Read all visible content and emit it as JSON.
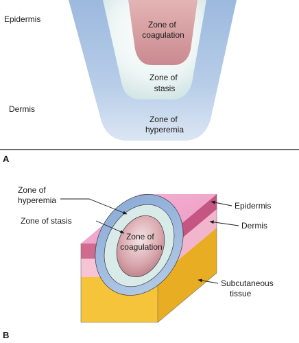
{
  "panel_a": {
    "letter": "A",
    "layers": {
      "top": "Epidermis",
      "bottom": "Dermis"
    },
    "zones": {
      "coagulation": [
        "Zone of",
        "coagulation"
      ],
      "stasis": [
        "Zone of",
        "stasis"
      ],
      "hyperemia": [
        "Zone of",
        "hyperemia"
      ]
    }
  },
  "panel_b": {
    "letter": "B",
    "labels": {
      "hyperemia": [
        "Zone of",
        "hyperemia"
      ],
      "stasis": "Zone of stasis",
      "coagulation": [
        "Zone of",
        "coagulation"
      ],
      "epidermis": "Epidermis",
      "dermis": "Dermis",
      "subcutaneous": [
        "Subcutaneous",
        "tissue"
      ]
    }
  },
  "colors": {
    "hyperemia": "#a9c4e2",
    "stasis": "#dcecea",
    "coagulation": "#d29a9f",
    "skin_surface": "#f0a8cc",
    "epidermis_side": "#c8587e",
    "dermis_side": "#f6c2d4",
    "subcutaneous": "#f4c43a"
  }
}
